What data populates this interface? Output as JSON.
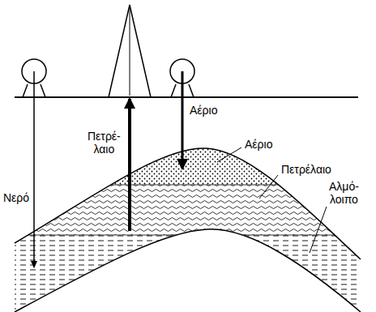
{
  "diagram": {
    "labels": [
      "Νερό",
      "Πετρέ-λαιο",
      "Αέριο",
      "Αέριο",
      "Πετρέλαιο",
      "Αλμό-λοιπο"
    ]
  }
}
